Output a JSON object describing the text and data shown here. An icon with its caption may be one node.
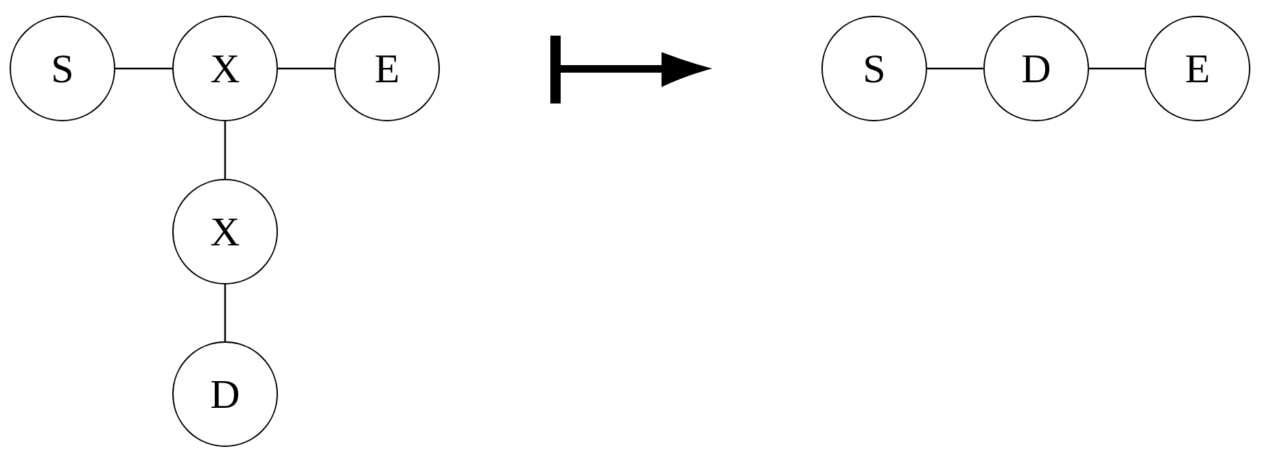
{
  "diagram": {
    "nodes": [
      {
        "text": [
          "S"
        ]
      },
      {
        "text": [
          "X"
        ]
      },
      {
        "text": [
          "E"
        ]
      },
      {
        "text": [
          "X"
        ]
      },
      {
        "text": [
          "D"
        ]
      },
      {
        "text": [
          "S"
        ]
      },
      {
        "text": [
          "D"
        ]
      },
      {
        "text": [
          "E"
        ]
      }
    ],
    "edges": [
      {
        "from": 0,
        "to": 1,
        "arrow": "none"
      },
      {
        "from": 1,
        "to": 2,
        "arrow": "none"
      },
      {
        "from": 1,
        "to": 3,
        "arrow": "none"
      },
      {
        "from": 3,
        "to": 4,
        "arrow": "none"
      },
      {
        "from": 5,
        "to": 6,
        "arrow": "none"
      },
      {
        "from": 6,
        "to": 7,
        "arrow": "none"
      }
    ]
  }
}
